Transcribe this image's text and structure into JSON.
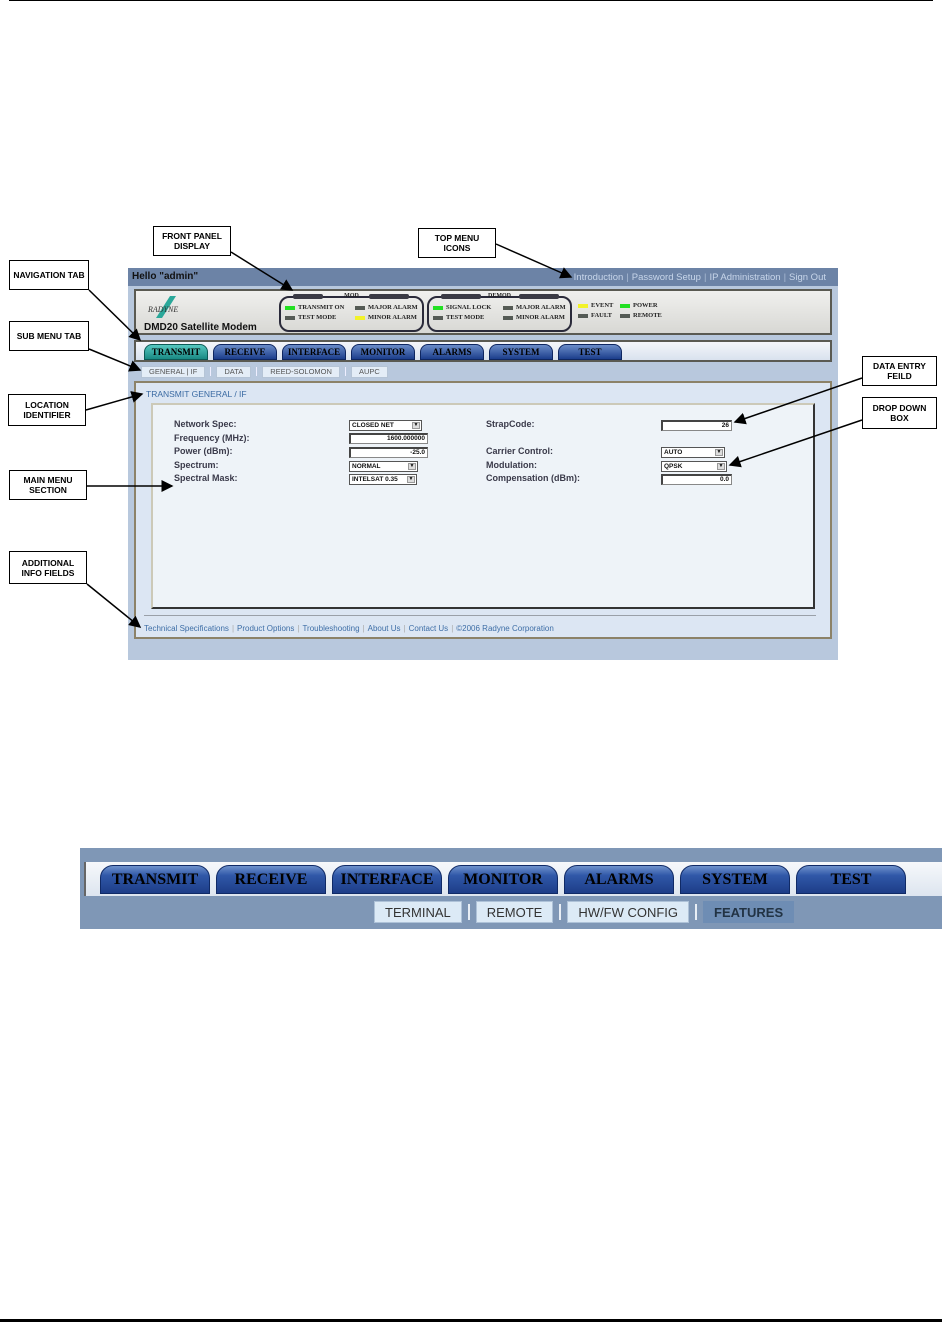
{
  "callouts": {
    "front_panel": "FRONT PANEL DISPLAY",
    "top_menu": "TOP MENU ICONS",
    "navigation_tab": "NAVIGATION TAB",
    "sub_menu_tab": "SUB MENU TAB",
    "location_identifier": "LOCATION IDENTIFIER",
    "main_menu_section": "MAIN MENU SECTION",
    "additional_info": "ADDITIONAL INFO FIELDS",
    "data_entry": "DATA ENTRY FEILD",
    "drop_down": "DROP DOWN BOX"
  },
  "app": {
    "greeting": "Hello \"admin\"",
    "top_menu": [
      "Introduction",
      "Password Setup",
      "IP Administration",
      "Sign Out"
    ],
    "logo_text": "RADYNE",
    "model": "DMD20 Satellite Modem",
    "front_panel": {
      "mod": {
        "title": "MOD",
        "leds": [
          {
            "label": "TRANSMIT ON",
            "color": "green"
          },
          {
            "label": "MAJOR ALARM",
            "color": "gray"
          },
          {
            "label": "TEST MODE",
            "color": "gray"
          },
          {
            "label": "MINOR ALARM",
            "color": "yellow"
          }
        ]
      },
      "demod": {
        "title": "DEMOD",
        "leds": [
          {
            "label": "SIGNAL LOCK",
            "color": "green"
          },
          {
            "label": "MAJOR ALARM",
            "color": "gray"
          },
          {
            "label": "TEST MODE",
            "color": "gray"
          },
          {
            "label": "MINOR ALARM",
            "color": "gray"
          }
        ]
      },
      "general": [
        {
          "label": "EVENT",
          "color": "yellow"
        },
        {
          "label": "POWER",
          "color": "green"
        },
        {
          "label": "FAULT",
          "color": "gray"
        },
        {
          "label": "REMOTE",
          "color": "gray"
        }
      ]
    },
    "nav_tabs": [
      "TRANSMIT",
      "RECEIVE",
      "INTERFACE",
      "MONITOR",
      "ALARMS",
      "SYSTEM",
      "TEST"
    ],
    "active_tab": "TRANSMIT",
    "sub_tabs": [
      "GENERAL | IF",
      "DATA",
      "REED-SOLOMON",
      "AUPC"
    ],
    "location": "TRANSMIT GENERAL / IF",
    "form_left": [
      {
        "label": "Network Spec:",
        "type": "select",
        "value": "CLOSED NET"
      },
      {
        "label": "Frequency (MHz):",
        "type": "input",
        "value": "1600.000000"
      },
      {
        "label": "Power (dBm):",
        "type": "input",
        "value": "-25.0"
      },
      {
        "label": "Spectrum:",
        "type": "select",
        "value": "NORMAL"
      },
      {
        "label": "Spectral Mask:",
        "type": "select",
        "value": "INTELSAT 0.35"
      }
    ],
    "form_right": [
      {
        "label": "StrapCode:",
        "type": "input",
        "value": "26"
      },
      {
        "label": "Carrier Control:",
        "type": "select",
        "value": "AUTO"
      },
      {
        "label": "Modulation:",
        "type": "select",
        "value": "QPSK"
      },
      {
        "label": "Compensation (dBm):",
        "type": "input",
        "value": "0.0"
      }
    ],
    "footer_links": [
      "Technical Specifications",
      "Product Options",
      "Troubleshooting",
      "About Us",
      "Contact Us",
      "©2006 Radyne Corporation"
    ]
  },
  "nav_detail": {
    "tabs": [
      "TRANSMIT",
      "RECEIVE",
      "INTERFACE",
      "MONITOR",
      "ALARMS",
      "SYSTEM",
      "TEST"
    ],
    "sub_tabs": [
      "TERMINAL",
      "REMOTE",
      "HW/FW CONFIG",
      "FEATURES"
    ],
    "active_sub_tab": "FEATURES"
  },
  "colors": {
    "topbar": "#6c83a6",
    "nav_tab": "#1c3e8c",
    "nav_tab_active": "#1a8a84",
    "led_green": "#22e022",
    "led_yellow": "#f2f22a",
    "link": "#3e6ea6"
  }
}
